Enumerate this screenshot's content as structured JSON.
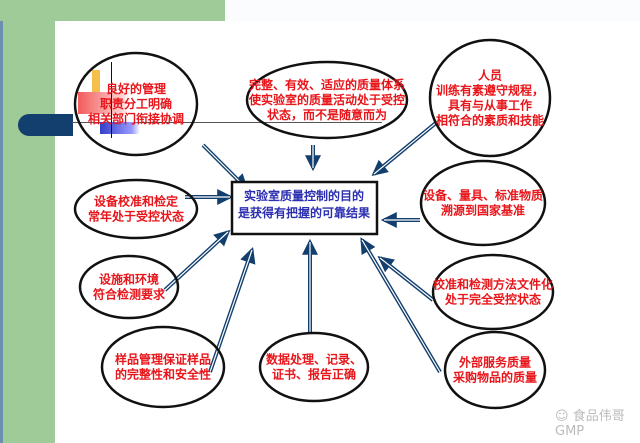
{
  "center": {
    "lines": [
      "实验室质量控制的目的",
      "是获得有把握的可靠结果"
    ]
  },
  "nodes": [
    {
      "lines": [
        "良好的管理",
        "职责分工明确",
        "相关部门衔接协调"
      ]
    },
    {
      "lines": [
        "完整、有效、适应的质量体系",
        "使实验室的质量活动处于受控",
        "状态，而不是随意而为"
      ]
    },
    {
      "lines": [
        "人员",
        "训练有素遵守规程，",
        "具有与从事工作",
        "相符合的素质和技能"
      ]
    },
    {
      "lines": [
        "设备校准和检定",
        "常年处于受控状态"
      ]
    },
    {
      "lines": [
        "设备、量具、标准物质",
        "溯源到国家基准"
      ]
    },
    {
      "lines": [
        "设施和环境",
        "符合检测要求"
      ]
    },
    {
      "lines": [
        "校准和检测方法文件化",
        "处于完全受控状态"
      ]
    },
    {
      "lines": [
        "样品管理保证样品",
        "的完整性和安全性"
      ]
    },
    {
      "lines": [
        "数据处理、记录、",
        "证书、报告正确"
      ]
    },
    {
      "lines": [
        "外部服务质量",
        "采购物品的质量"
      ]
    }
  ],
  "watermark": "食品伟哥GMP",
  "colors": {
    "node_text": "#e8161b",
    "center_text": "#2b2fb0",
    "arrow": "#123f6e",
    "sidebar": "#9fcb98"
  }
}
